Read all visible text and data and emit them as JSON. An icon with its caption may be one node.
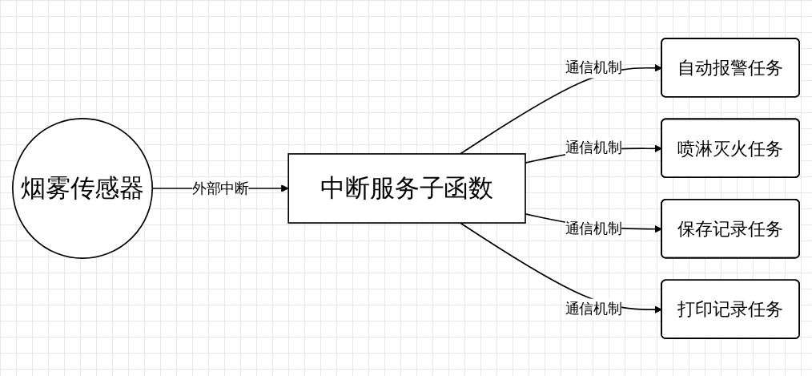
{
  "diagram": {
    "nodes": [
      {
        "text": [
          "烟雾传感器"
        ]
      },
      {
        "text": [
          "中断服务子函数"
        ]
      },
      {
        "text": [
          "自动报警任务"
        ]
      },
      {
        "text": [
          "喷淋灭火任务"
        ]
      },
      {
        "text": [
          "保存记录任务"
        ]
      },
      {
        "text": [
          "打印记录任务"
        ]
      }
    ],
    "edges": [
      {
        "from": 0,
        "to": 1,
        "arrow": "to",
        "label": "外部中断"
      },
      {
        "from": 1,
        "to": 2,
        "arrow": "to",
        "label": "通信机制"
      },
      {
        "from": 1,
        "to": 3,
        "arrow": "to",
        "label": "通信机制"
      },
      {
        "from": 1,
        "to": 4,
        "arrow": "to",
        "label": "通信机制"
      },
      {
        "from": 1,
        "to": 5,
        "arrow": "to",
        "label": "通信机制"
      }
    ]
  }
}
